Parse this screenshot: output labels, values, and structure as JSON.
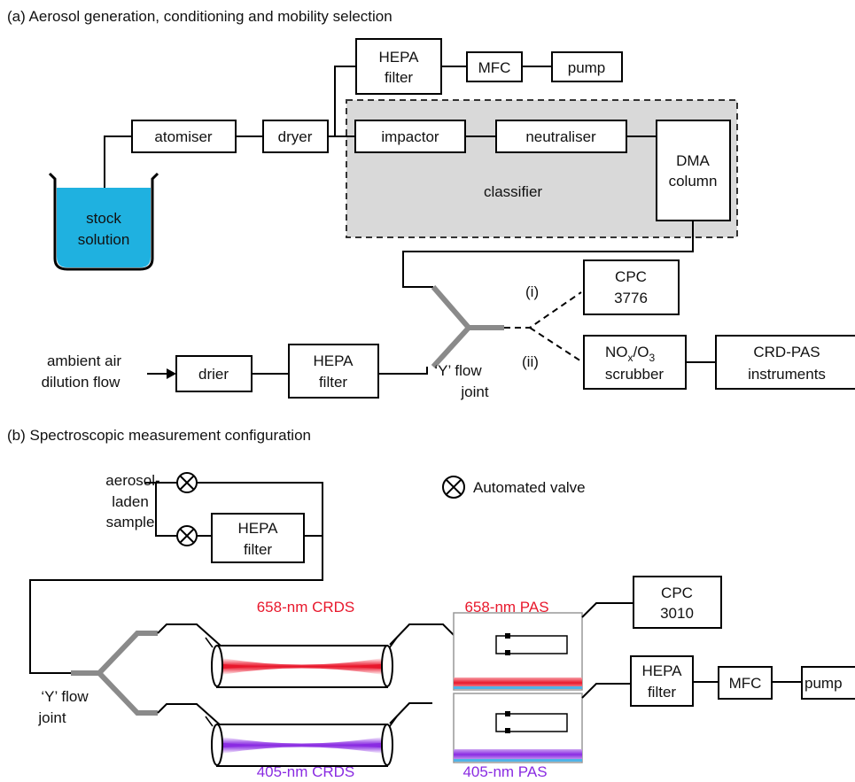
{
  "panel_a": {
    "title": "(a) Aerosol generation, conditioning and mobility selection",
    "hepa_top": [
      "HEPA",
      "filter"
    ],
    "mfc_top": "MFC",
    "pump_top": "pump",
    "atomiser": "atomiser",
    "dryer": "dryer",
    "impactor": "impactor",
    "neutraliser": "neutraliser",
    "dma": [
      "DMA",
      "column"
    ],
    "classifier": "classifier",
    "stock": [
      "stock",
      "solution"
    ],
    "cpc": [
      "CPC",
      "3776"
    ],
    "branch_i": "(i)",
    "branch_ii": "(ii)",
    "scrubber_line1": "NO",
    "scrubber_sub_x": "x",
    "scrubber_mid": "/O",
    "scrubber_sub_3": "3",
    "scrubber_line2": "scrubber",
    "crdpas": [
      "CRD-PAS",
      "instruments"
    ],
    "ambient": [
      "ambient air",
      "dilution flow"
    ],
    "drier": "drier",
    "hepa_bottom": [
      "HEPA",
      "filter"
    ],
    "yjoint": [
      "‘Y’ flow",
      "joint"
    ]
  },
  "panel_b": {
    "title": "(b) Spectroscopic measurement configuration",
    "sample": [
      "aerosol-",
      "laden",
      "sample"
    ],
    "hepa_sample": [
      "HEPA",
      "filter"
    ],
    "valve_legend": "Automated valve",
    "crds_658": "658-nm CRDS",
    "pas_658": "658-nm PAS",
    "crds_405": "405-nm CRDS",
    "pas_405": "405-nm PAS",
    "cpc": [
      "CPC",
      "3010"
    ],
    "hepa_right": [
      "HEPA",
      "filter"
    ],
    "mfc": "MFC",
    "pump": "pump",
    "yjoint": [
      "‘Y’ flow",
      "joint"
    ]
  },
  "colors": {
    "red_laser": "#e8182c",
    "purple_laser": "#8a2be2",
    "stock_liquid": "#1fb1e0",
    "classifier_fill": "#d9d9d9"
  }
}
